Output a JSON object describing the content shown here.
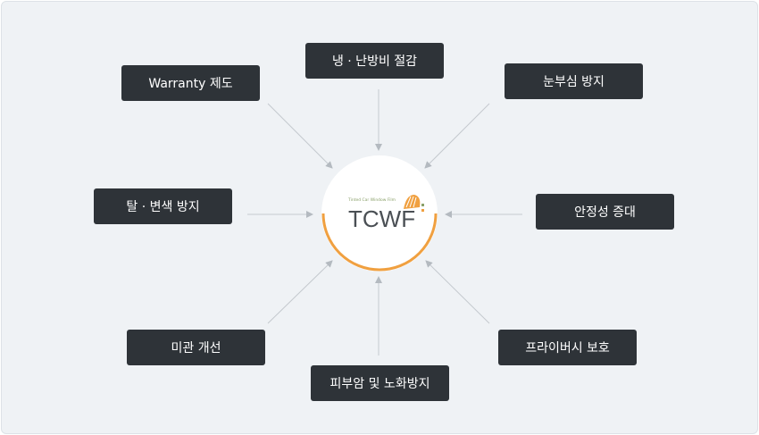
{
  "center_logo": {
    "text": "TCWF",
    "tagline": "Tinted Car Window Film",
    "brand_color": "#f0a040",
    "text_color": "#4a4f54"
  },
  "benefits": [
    {
      "label": "Warranty 제도"
    },
    {
      "label": "냉 · 난방비 절감"
    },
    {
      "label": "눈부심 방지"
    },
    {
      "label": "탈 · 변색 방지"
    },
    {
      "label": "안정성 증대"
    },
    {
      "label": "미관 개선"
    },
    {
      "label": "피부암 및 노화방지"
    },
    {
      "label": "프라이버시 보호"
    }
  ],
  "colors": {
    "box_bg": "#2e3338",
    "box_text": "#ffffff",
    "background": "#eff2f5",
    "arc": "#f0a040",
    "arrow": "#b4bac0"
  }
}
